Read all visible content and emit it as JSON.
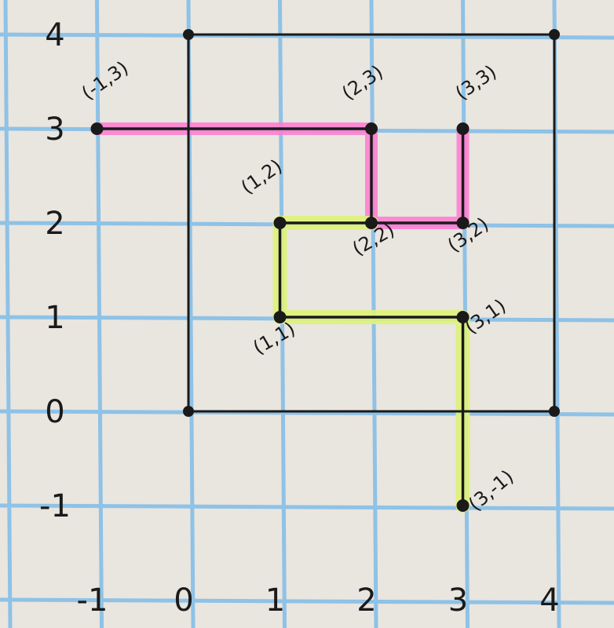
{
  "colors": {
    "paper": "#e9e5df",
    "grid": "#8ec2e6",
    "ink": "#1a1a1a",
    "pink_highlight": "#ff7ad0",
    "yellow_highlight": "#dff27a"
  },
  "axes": {
    "x_ticks": [
      "-1",
      "0",
      "1",
      "2",
      "3",
      "4"
    ],
    "y_ticks": [
      "4",
      "3",
      "2",
      "1",
      "0",
      "-1"
    ]
  },
  "points": [
    {
      "label": "(-1,3)",
      "x": -1,
      "y": 3
    },
    {
      "label": "(2,3)",
      "x": 2,
      "y": 3
    },
    {
      "label": "(3,3)",
      "x": 3,
      "y": 3
    },
    {
      "label": "(1,2)",
      "x": 1,
      "y": 2
    },
    {
      "label": "(2,2)",
      "x": 2,
      "y": 2
    },
    {
      "label": "(3,2)",
      "x": 3,
      "y": 2
    },
    {
      "label": "(1,1)",
      "x": 1,
      "y": 1
    },
    {
      "label": "(3,1)",
      "x": 3,
      "y": 1
    },
    {
      "label": "(3,-1)",
      "x": 3,
      "y": -1
    }
  ],
  "square_corners": [
    {
      "x": 0,
      "y": 4
    },
    {
      "x": 4,
      "y": 4
    },
    {
      "x": 4,
      "y": 0
    },
    {
      "x": 0,
      "y": 0
    }
  ],
  "paths": {
    "pink": [
      [
        -1,
        3
      ],
      [
        2,
        3
      ],
      [
        2,
        2
      ],
      [
        3,
        2
      ],
      [
        3,
        3
      ]
    ],
    "yellow": [
      [
        1,
        2
      ],
      [
        2,
        2
      ],
      [
        1,
        2
      ],
      [
        1,
        1
      ],
      [
        3,
        1
      ],
      [
        3,
        -1
      ]
    ]
  }
}
